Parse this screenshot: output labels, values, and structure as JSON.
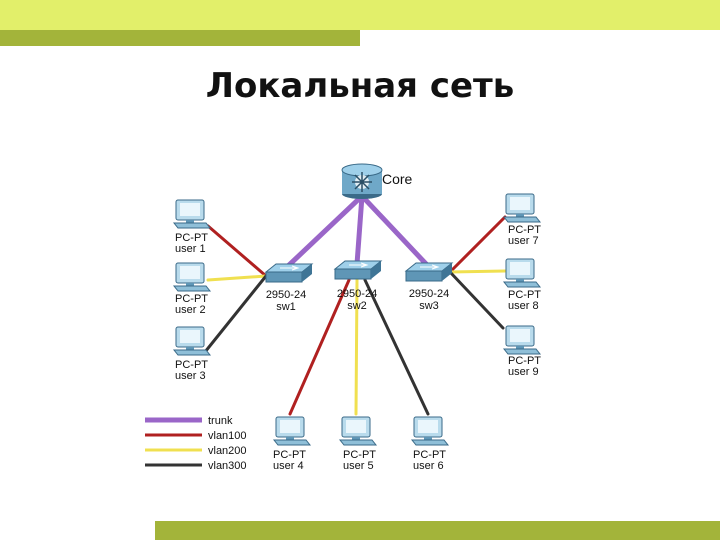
{
  "title": "Локальная сеть",
  "colors": {
    "band_light": "#e2ef6a",
    "band_dark": "#a3b43a",
    "trunk": "#9a66c8",
    "vlan100": "#b02020",
    "vlan200": "#f0e050",
    "vlan300": "#333333"
  },
  "diagram": {
    "core": {
      "label": "Core",
      "icon": "multilayer-switch-icon"
    },
    "switches": [
      {
        "id": "sw1",
        "model": "2950-24",
        "name": "sw1"
      },
      {
        "id": "sw2",
        "model": "2950-24",
        "name": "sw2"
      },
      {
        "id": "sw3",
        "model": "2950-24",
        "name": "sw3"
      }
    ],
    "pcs": [
      {
        "id": "pc1",
        "type": "PC-PT",
        "name": "user 1"
      },
      {
        "id": "pc2",
        "type": "PC-PT",
        "name": "user 2"
      },
      {
        "id": "pc3",
        "type": "PC-PT",
        "name": "user 3"
      },
      {
        "id": "pc4",
        "type": "PC-PT",
        "name": "user 4"
      },
      {
        "id": "pc5",
        "type": "PC-PT",
        "name": "user 5"
      },
      {
        "id": "pc6",
        "type": "PC-PT",
        "name": "user 6"
      },
      {
        "id": "pc7",
        "type": "PC-PT",
        "name": "user 7"
      },
      {
        "id": "pc8",
        "type": "PC-PT",
        "name": "user 8"
      },
      {
        "id": "pc9",
        "type": "PC-PT",
        "name": "user 9"
      }
    ],
    "links": [
      {
        "from": "core",
        "to": "sw1",
        "kind": "trunk"
      },
      {
        "from": "core",
        "to": "sw2",
        "kind": "trunk"
      },
      {
        "from": "core",
        "to": "sw3",
        "kind": "trunk"
      },
      {
        "from": "sw1",
        "to": "pc1",
        "kind": "vlan100"
      },
      {
        "from": "sw1",
        "to": "pc2",
        "kind": "vlan200"
      },
      {
        "from": "sw1",
        "to": "pc3",
        "kind": "vlan300"
      },
      {
        "from": "sw2",
        "to": "pc4",
        "kind": "vlan100"
      },
      {
        "from": "sw2",
        "to": "pc5",
        "kind": "vlan200"
      },
      {
        "from": "sw2",
        "to": "pc6",
        "kind": "vlan300"
      },
      {
        "from": "sw3",
        "to": "pc7",
        "kind": "vlan100"
      },
      {
        "from": "sw3",
        "to": "pc8",
        "kind": "vlan200"
      },
      {
        "from": "sw3",
        "to": "pc9",
        "kind": "vlan300"
      }
    ],
    "legend": [
      {
        "kind": "trunk",
        "label": "trunk"
      },
      {
        "kind": "vlan100",
        "label": "vlan100"
      },
      {
        "kind": "vlan200",
        "label": "vlan200"
      },
      {
        "kind": "vlan300",
        "label": "vlan300"
      }
    ]
  }
}
